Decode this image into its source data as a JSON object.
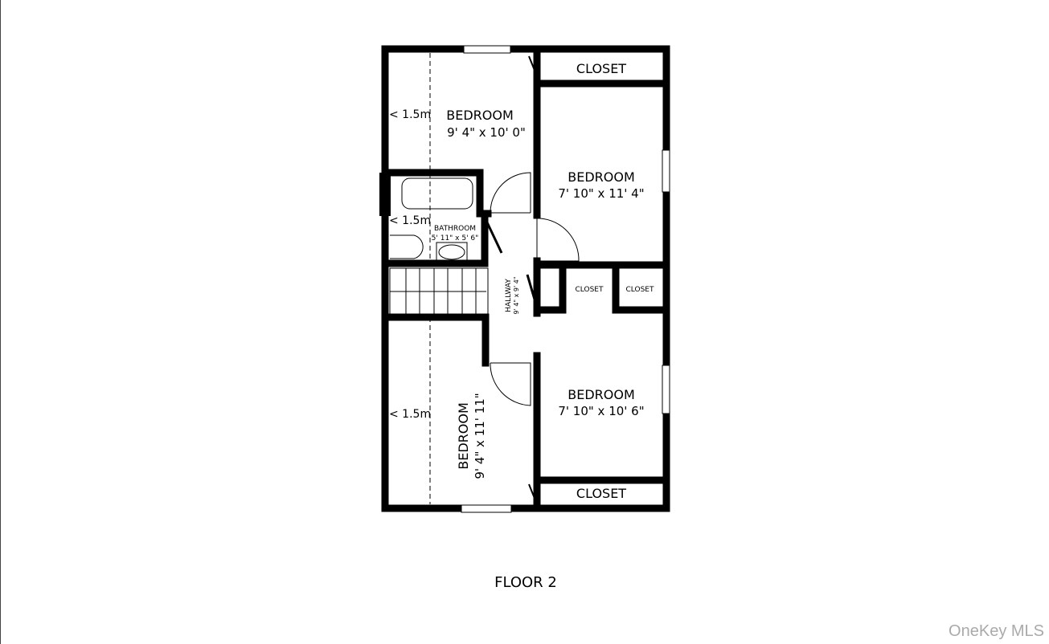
{
  "floor_label": "FLOOR 2",
  "watermark": "OneKey MLS",
  "rooms": [
    {
      "name": "BEDROOM",
      "dims": "9' 4\" x 10' 0\""
    },
    {
      "name": "BEDROOM",
      "dims": "7' 10\" x 11' 4\""
    },
    {
      "name": "BATHROOM",
      "dims": "5' 11\" x 5' 6\""
    },
    {
      "name": "HALLWAY",
      "dims": "9' 4\" x 9' 4\""
    },
    {
      "name": "BEDROOM",
      "dims": "7' 10\" x 10' 6\""
    },
    {
      "name": "BEDROOM",
      "dims": "9' 4\" x 11' 11\""
    }
  ],
  "closets": [
    "CLOSET",
    "CLOSET",
    "CLOSET",
    "CLOSET"
  ],
  "ceiling_marks": [
    "< 1.5m",
    "< 1.5m",
    "< 1.5m"
  ]
}
